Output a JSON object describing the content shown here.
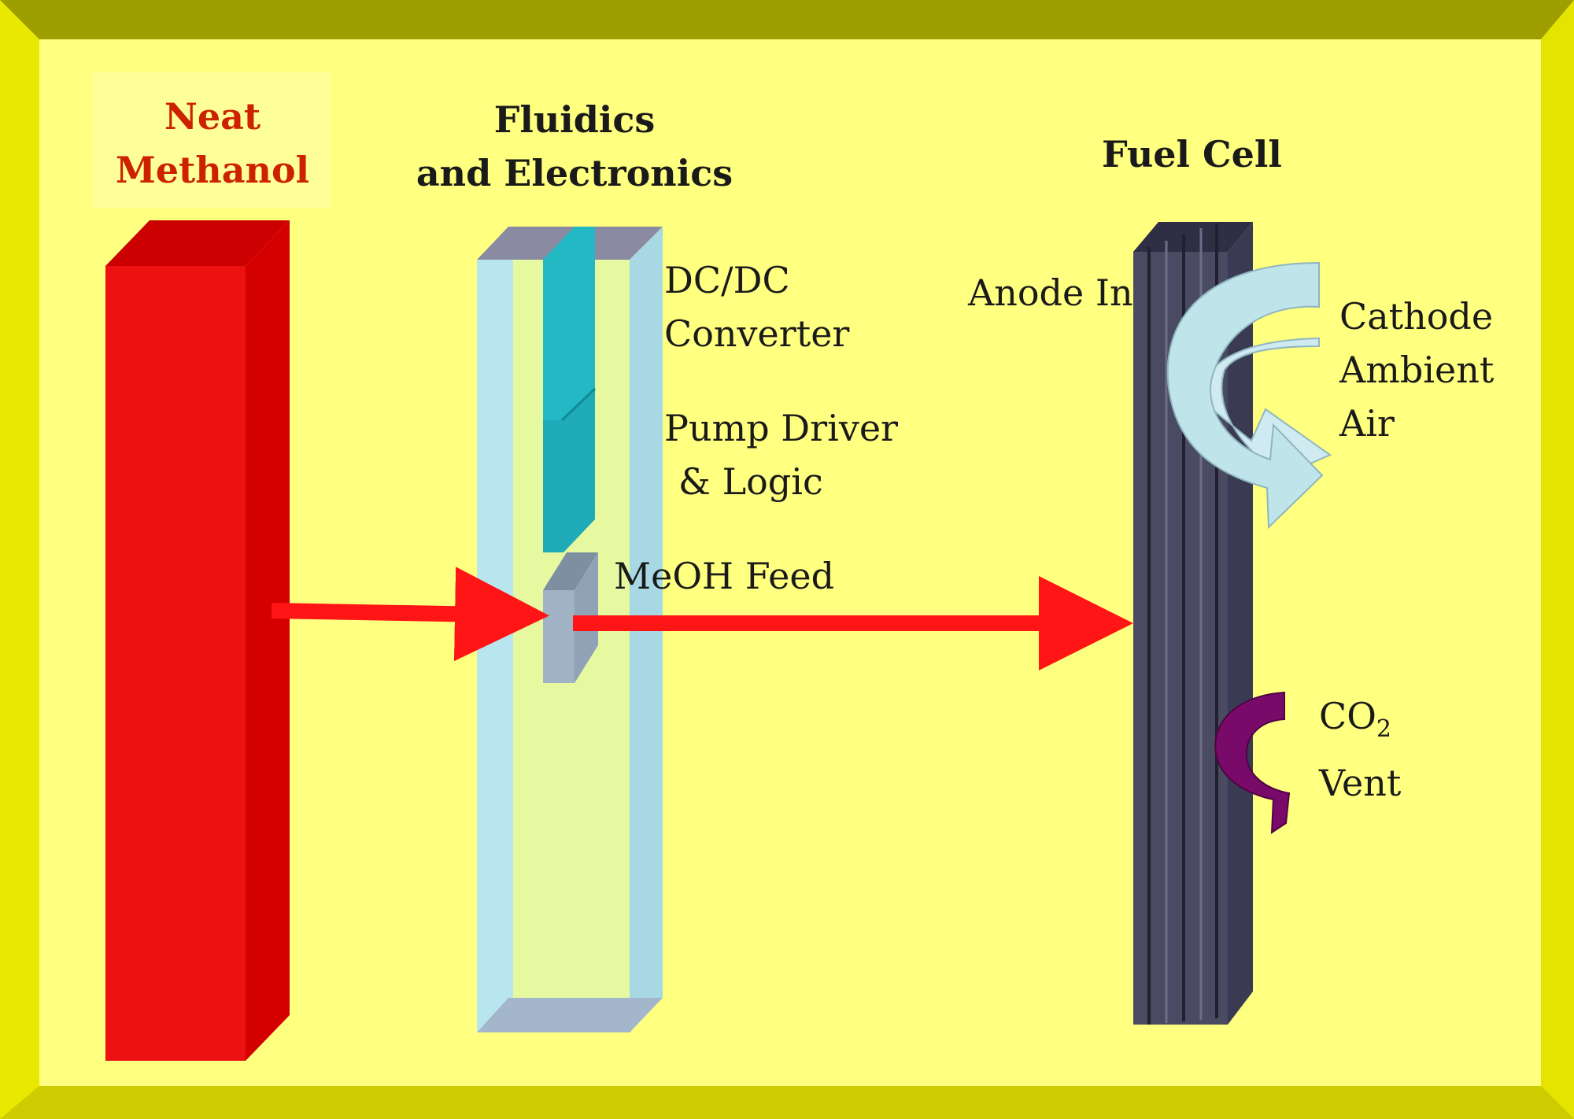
{
  "colors": {
    "frame_top": "#9e9e00",
    "frame_side": "#e8e800",
    "frame_bottom": "#cccc00",
    "background": "#ffff80",
    "tank": "#ee1111",
    "panel": "#b9e6ee",
    "chip": "#22b8c4",
    "stack": "#4a4a62",
    "arrow_feed": "#ff1515",
    "arrow_air": "#bfe4ea",
    "arrow_co2": "#7a0a6a",
    "label_highlight": "#cc2200"
  },
  "labels": {
    "neat_methanol": [
      "Neat",
      "Methanol"
    ],
    "fluidics": [
      "Fluidics",
      "and Electronics"
    ],
    "fuel_cell": "Fuel Cell",
    "dcdc": [
      "DC/DC",
      "Converter"
    ],
    "pump_driver": [
      "Pump Driver",
      "& Logic"
    ],
    "meoh_feed": "MeOH Feed",
    "anode_in": "Anode In",
    "cathode": [
      "Cathode",
      "Ambient",
      "Air"
    ],
    "co2_main": "CO",
    "co2_sub": "2",
    "vent": "Vent"
  }
}
